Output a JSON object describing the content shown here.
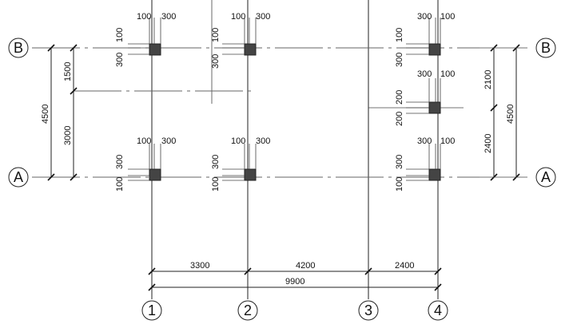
{
  "grid_axes": {
    "rows": [
      {
        "id": "row-b",
        "label": "B"
      },
      {
        "id": "row-a",
        "label": "A"
      }
    ],
    "cols": [
      {
        "id": "col-1",
        "label": "1"
      },
      {
        "id": "col-2",
        "label": "2"
      },
      {
        "id": "col-3",
        "label": "3"
      },
      {
        "id": "col-4",
        "label": "4"
      }
    ]
  },
  "dimensions": {
    "bottom": {
      "span_1_2": "3300",
      "span_2_3": "4200",
      "span_3_4": "2400",
      "total": "9900"
    },
    "left": {
      "total": "4500",
      "upper": "1500",
      "lower": "3000"
    },
    "right": {
      "total": "4500",
      "upper": "2100",
      "lower": "2400"
    },
    "column_offsets": {
      "b1_top": [
        "100",
        "300"
      ],
      "b1_side": [
        "100",
        "300"
      ],
      "b2_top": [
        "100",
        "300"
      ],
      "b2_side": [
        "100",
        "300"
      ],
      "b4_top": [
        "300",
        "100"
      ],
      "b4_side": [
        "100",
        "300"
      ],
      "mid4_top": [
        "300",
        "100"
      ],
      "mid4_side": [
        "200",
        "200"
      ],
      "a1_top": [
        "100",
        "300"
      ],
      "a1_side": [
        "300",
        "100"
      ],
      "a2_top": [
        "100",
        "300"
      ],
      "a2_side": [
        "300",
        "100"
      ],
      "a4_top": [
        "300",
        "100"
      ],
      "a4_side": [
        "300",
        "100"
      ]
    }
  },
  "colors": {
    "line": "#222222",
    "column_fill": "#444444",
    "background": "#ffffff"
  }
}
